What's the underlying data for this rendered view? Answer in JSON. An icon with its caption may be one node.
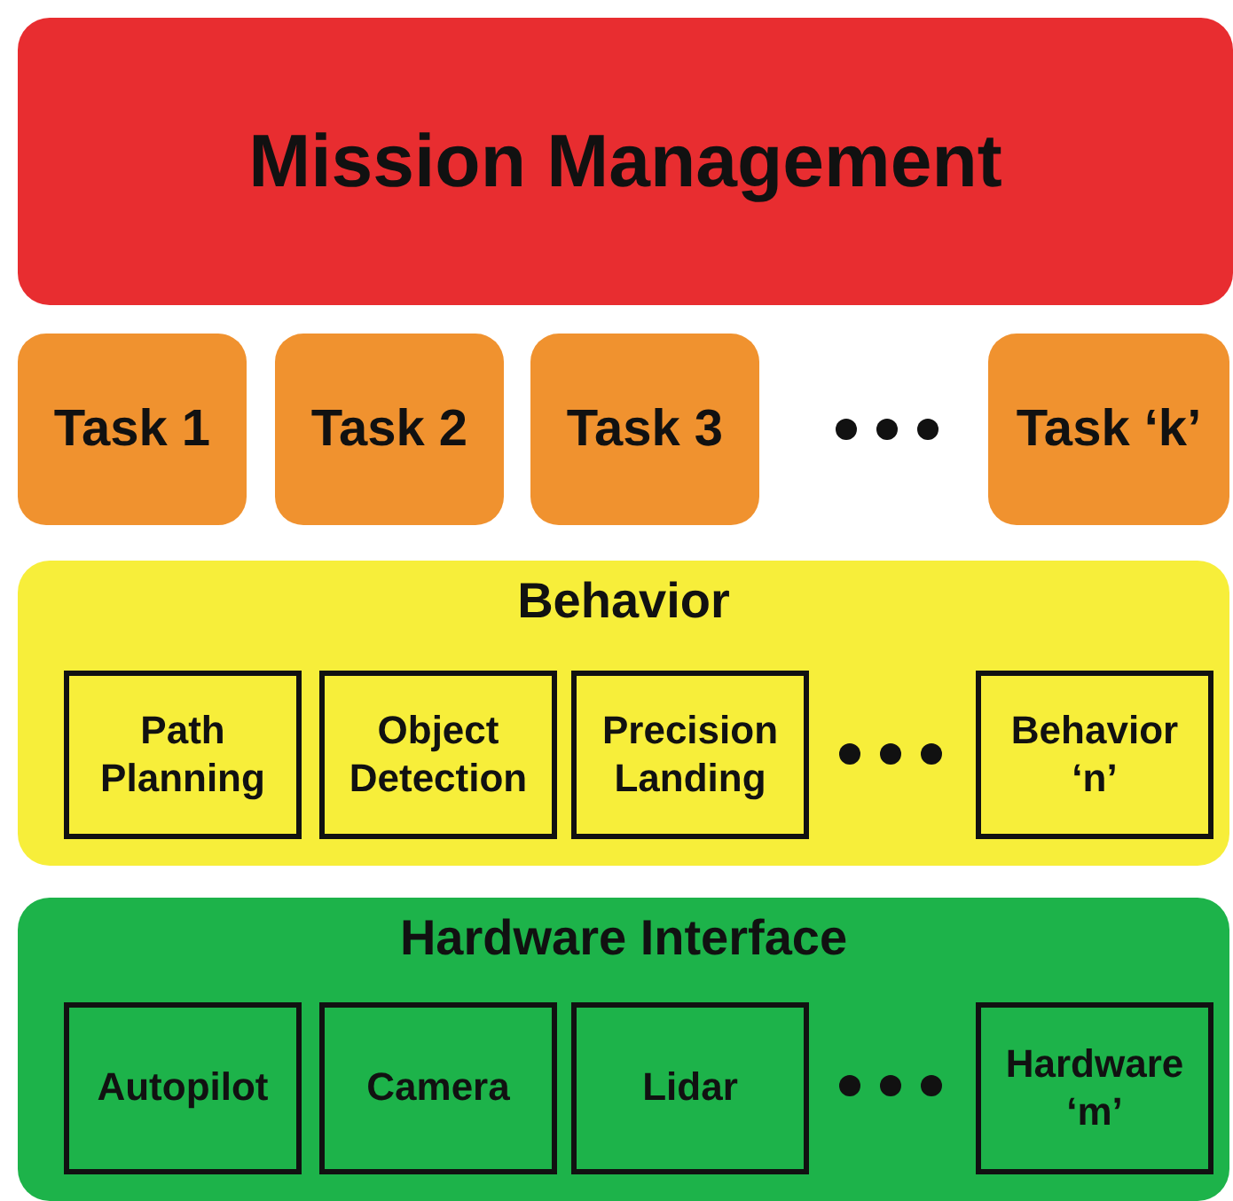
{
  "diagram": {
    "nodes": [
      {
        "text": [
          "Mission Management"
        ]
      },
      {
        "text": [
          "Task 1"
        ]
      },
      {
        "text": [
          "Task 2"
        ]
      },
      {
        "text": [
          "Task 3"
        ]
      },
      {
        "text": [
          "Task ‘k’"
        ]
      },
      {
        "text": [
          "Behavior"
        ]
      },
      {
        "text": [
          "Path Planning"
        ],
        "in": 5
      },
      {
        "text": [
          "Object Detection"
        ],
        "in": 5
      },
      {
        "text": [
          "Precision Landing"
        ],
        "in": 5
      },
      {
        "text": [
          "Behavior ‘n’"
        ],
        "in": 5
      },
      {
        "text": [
          "Hardware Interface"
        ]
      },
      {
        "text": [
          "Autopilot"
        ],
        "in": 10
      },
      {
        "text": [
          "Camera"
        ],
        "in": 10
      },
      {
        "text": [
          "Lidar"
        ],
        "in": 10
      },
      {
        "text": [
          "Hardware ‘m’"
        ],
        "in": 10
      }
    ]
  }
}
